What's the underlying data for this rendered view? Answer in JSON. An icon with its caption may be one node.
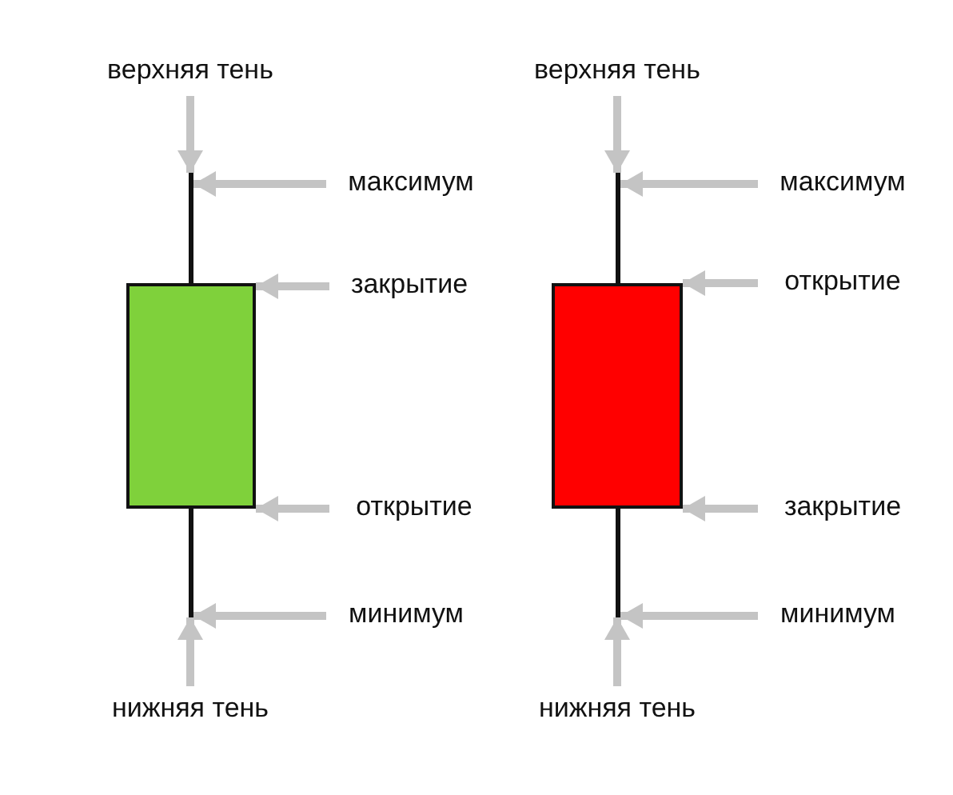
{
  "diagram": {
    "nodes": [
      {
        "text": [
          "верхняя тень"
        ]
      },
      {
        "text": [],
        "shape": "bar"
      },
      {
        "text": [],
        "shape": "box"
      },
      {
        "text": [],
        "shape": "bar"
      },
      {
        "text": [
          "нижняя тень"
        ]
      },
      {
        "text": [
          "максимум"
        ]
      },
      {
        "text": [
          "закрытие"
        ]
      },
      {
        "text": [
          "открытие"
        ]
      },
      {
        "text": [
          "минимум"
        ]
      },
      {
        "text": [
          "верхняя тень"
        ]
      },
      {
        "text": [],
        "shape": "bar"
      },
      {
        "text": [],
        "shape": "box"
      },
      {
        "text": [],
        "shape": "bar"
      },
      {
        "text": [
          "нижняя тень"
        ]
      },
      {
        "text": [
          "максимум"
        ]
      },
      {
        "text": [
          "открытие"
        ]
      },
      {
        "text": [
          "закрытие"
        ]
      },
      {
        "text": [
          "минимум"
        ]
      }
    ],
    "edges": [
      {
        "from": 0,
        "to": 1,
        "arrow": "to"
      },
      {
        "from": 4,
        "to": 3,
        "arrow": "to"
      },
      {
        "from": 5,
        "to": 1,
        "arrow": "to"
      },
      {
        "from": 6,
        "to": 2,
        "arrow": "to"
      },
      {
        "from": 7,
        "to": 2,
        "arrow": "to"
      },
      {
        "from": 8,
        "to": 3,
        "arrow": "to"
      },
      {
        "from": 9,
        "to": 10,
        "arrow": "to"
      },
      {
        "from": 13,
        "to": 12,
        "arrow": "to"
      },
      {
        "from": 14,
        "to": 10,
        "arrow": "to"
      },
      {
        "from": 15,
        "to": 11,
        "arrow": "to"
      },
      {
        "from": 16,
        "to": 11,
        "arrow": "to"
      },
      {
        "from": 17,
        "to": 12,
        "arrow": "to"
      }
    ]
  }
}
